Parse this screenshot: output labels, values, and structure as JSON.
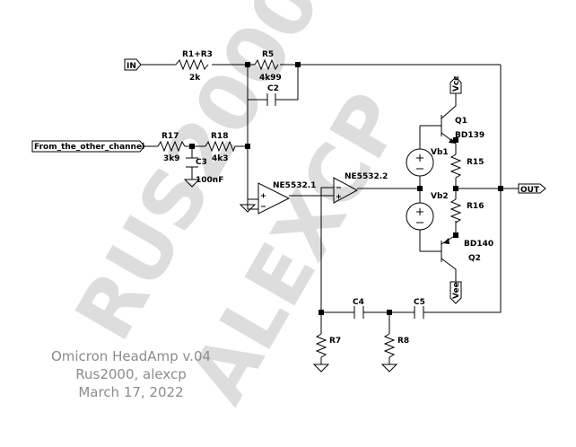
{
  "ports": {
    "in": "IN",
    "other": "From_the_other_channel",
    "out": "OUT",
    "vcc": "Vcc",
    "vee": "Vee"
  },
  "components": {
    "r1r3": {
      "name": "R1+R3",
      "value": "2k"
    },
    "r5": {
      "name": "R5",
      "value": "4k99"
    },
    "c2": {
      "name": "C2"
    },
    "r17": {
      "name": "R17",
      "value": "3k9"
    },
    "r18": {
      "name": "R18",
      "value": "4k3"
    },
    "c3": {
      "name": "C3",
      "value": "100nF"
    },
    "u1": {
      "name": "NE5532.1"
    },
    "u2": {
      "name": "NE5532.2"
    },
    "q1": {
      "name": "Q1",
      "part": "BD139"
    },
    "q2": {
      "name": "Q2",
      "part": "BD140"
    },
    "vb1": {
      "name": "Vb1"
    },
    "vb2": {
      "name": "Vb2"
    },
    "r15": {
      "name": "R15"
    },
    "r16": {
      "name": "R16"
    },
    "c4": {
      "name": "C4"
    },
    "c5": {
      "name": "C5"
    },
    "r7": {
      "name": "R7"
    },
    "r8": {
      "name": "R8"
    }
  },
  "watermark": {
    "line1": "RUS2000",
    "line2": "ALEXCP"
  },
  "caption": {
    "line1": "Omicron HeadAmp v.04",
    "line2": "Rus2000, alexcp",
    "line3": "March 17, 2022"
  }
}
